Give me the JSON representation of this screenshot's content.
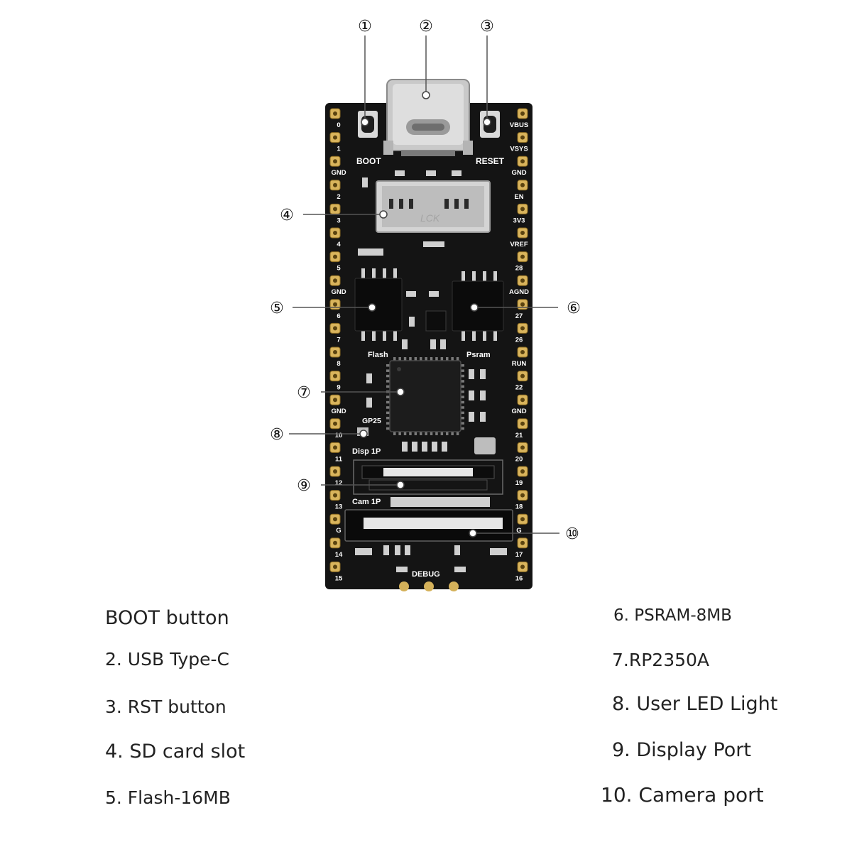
{
  "callouts": [
    {
      "marker": "①"
    },
    {
      "marker": "②"
    },
    {
      "marker": "③"
    },
    {
      "marker": "④"
    },
    {
      "marker": "⑤"
    },
    {
      "marker": "⑥"
    },
    {
      "marker": "⑦"
    },
    {
      "marker": "⑧"
    },
    {
      "marker": "⑨"
    },
    {
      "marker": "⑩"
    }
  ],
  "board": {
    "silkscreen": {
      "boot": "BOOT",
      "reset": "RESET",
      "flash": "Flash",
      "psram": "Psram",
      "gp25": "GP25",
      "disp": "Disp 1P",
      "cam": "Cam 1P",
      "debug": "DEBUG",
      "sd_mark": "LCK"
    },
    "left_pins": [
      "0",
      "1",
      "GND",
      "2",
      "3",
      "4",
      "5",
      "GND",
      "6",
      "7",
      "8",
      "9",
      "GND",
      "10",
      "11",
      "12",
      "13",
      "G",
      "14",
      "15"
    ],
    "right_pins": [
      "VBUS",
      "VSYS",
      "GND",
      "EN",
      "3V3",
      "VREF",
      "28",
      "AGND",
      "27",
      "26",
      "RUN",
      "22",
      "GND",
      "21",
      "20",
      "19",
      "18",
      "G",
      "17",
      "16"
    ]
  },
  "legend": {
    "left": [
      "BOOT button",
      "2. USB Type-C",
      "3. RST button",
      "4. SD card slot",
      "5. Flash-16MB"
    ],
    "right": [
      "6. PSRAM-8MB",
      "7.RP2350A",
      "8. User LED Light",
      "9. Display Port",
      "10. Camera port"
    ]
  }
}
